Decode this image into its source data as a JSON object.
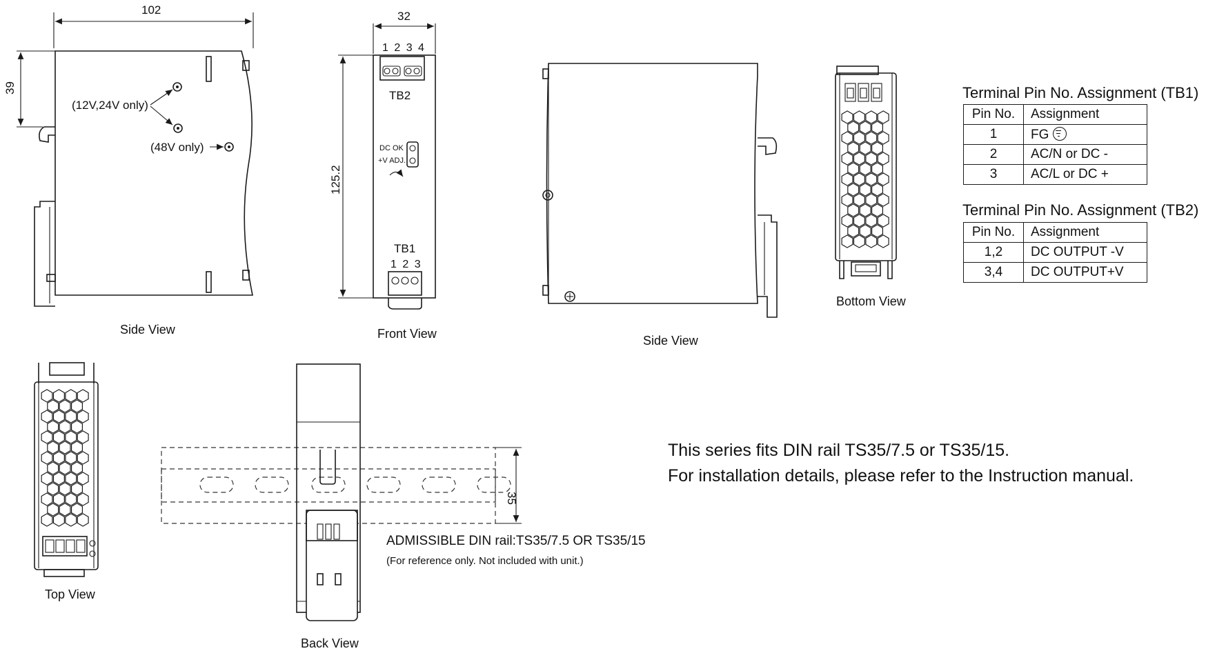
{
  "dimensions": {
    "width_102": "102",
    "height_39": "39",
    "width_32": "32",
    "height_125": "125.2",
    "rail_35": "35"
  },
  "side_view_1": {
    "note_12_24": "(12V,24V only)",
    "note_48": "(48V only)",
    "label": "Side View"
  },
  "front_view": {
    "tb2_pins": "1 2 3 4",
    "tb2_label": "TB2",
    "dcok": "DC OK",
    "vadj": "+V ADJ.",
    "tb1_label": "TB1",
    "tb1_pins": "1 2 3",
    "label": "Front View"
  },
  "side_view_2": {
    "label": "Side View"
  },
  "bottom_view": {
    "label": "Bottom View"
  },
  "top_view": {
    "label": "Top View"
  },
  "back_view": {
    "label": "Back View",
    "rail_caption": "ADMISSIBLE DIN rail:TS35/7.5 OR TS35/15",
    "rail_note": "(For reference only. Not included with unit.)"
  },
  "din_note": {
    "line1": "This series fits DIN rail TS35/7.5 or TS35/15.",
    "line2": "For installation details, please refer to the Instruction manual."
  },
  "tb1_table": {
    "title": "Terminal Pin No.  Assignment (TB1)",
    "header": [
      "Pin No.",
      "Assignment"
    ],
    "rows": [
      [
        "1",
        "FG"
      ],
      [
        "2",
        "AC/N or DC -"
      ],
      [
        "3",
        "AC/L or DC +"
      ]
    ]
  },
  "tb2_table": {
    "title": "Terminal Pin No.  Assignment (TB2)",
    "header": [
      "Pin No.",
      "Assignment"
    ],
    "rows": [
      [
        "1,2",
        "DC OUTPUT -V"
      ],
      [
        "3,4",
        "DC OUTPUT+V"
      ]
    ]
  }
}
